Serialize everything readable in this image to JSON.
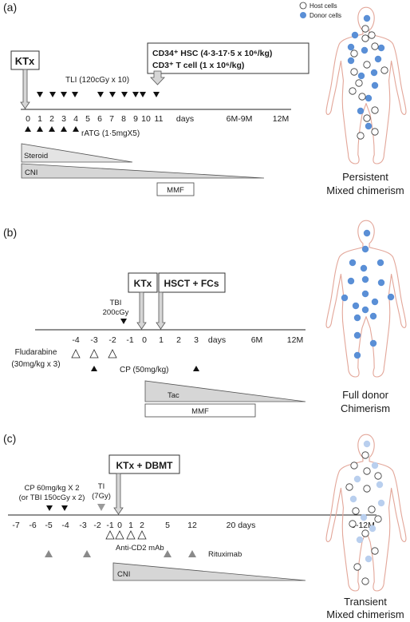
{
  "legend": {
    "host": "Host cells",
    "donor": "Donor cells"
  },
  "colors": {
    "donor": "#5a8fd6",
    "donor_light": "#b9cfee",
    "body_outline": "#e3a79a",
    "tri_light": "#e4e4e4",
    "tri_gray": "#9a9a9a"
  },
  "panel_a": {
    "label": "(a)",
    "ktx": "KTx",
    "hsc_line1": "CD34⁺ HSC (4·3-17·5 x 10⁶/kg)",
    "hsc_line2": "CD3⁺ T cell (1 x 10⁶/kg)",
    "tli": "TLI (120cGy x 10)",
    "ticks": [
      "0",
      "1",
      "2",
      "3",
      "4",
      "5",
      "6",
      "7",
      "8",
      "9",
      "10",
      "11",
      "days",
      "6M-9M",
      "12M"
    ],
    "ratg": "rATG (1·5mgX5)",
    "steroid": "Steroid",
    "cni": "CNI",
    "mmf": "MMF",
    "outcome_line1": "Persistent",
    "outcome_line2": "Mixed chimerism"
  },
  "panel_b": {
    "label": "(b)",
    "ktx": "KTx",
    "hsct": "HSCT + FCs",
    "tbi_line1": "TBI",
    "tbi_line2": "200cGy",
    "ticks": [
      "-4",
      "-3",
      "-2",
      "-1",
      "0",
      "1",
      "2",
      "3",
      "days",
      "6M",
      "12M"
    ],
    "flu_line1": "Fludarabine",
    "flu_line2": "(30mg/kg x 3)",
    "cp": "CP (50mg/kg)",
    "tac": "Tac",
    "mmf": "MMF",
    "outcome_line1": "Full donor",
    "outcome_line2": "Chimerism"
  },
  "panel_c": {
    "label": "(c)",
    "ktx": "KTx + DBMT",
    "cp_line1": "CP 60mg/kg X 2",
    "cp_line2": "(or TBI 150cGy x 2)",
    "ti_line1": "TI",
    "ti_line2": "(7Gy)",
    "ticks": [
      "-7",
      "-6",
      "-5",
      "-4",
      "-3",
      "-2",
      "-1",
      "0",
      "1",
      "2",
      "5",
      "12",
      "20 days",
      "9-12M"
    ],
    "anti_cd2": "Anti-CD2 mAb",
    "rituximab": "Rituximab",
    "cni": "CNI",
    "outcome_line1": "Transient",
    "outcome_line2": "Mixed chimerism"
  }
}
